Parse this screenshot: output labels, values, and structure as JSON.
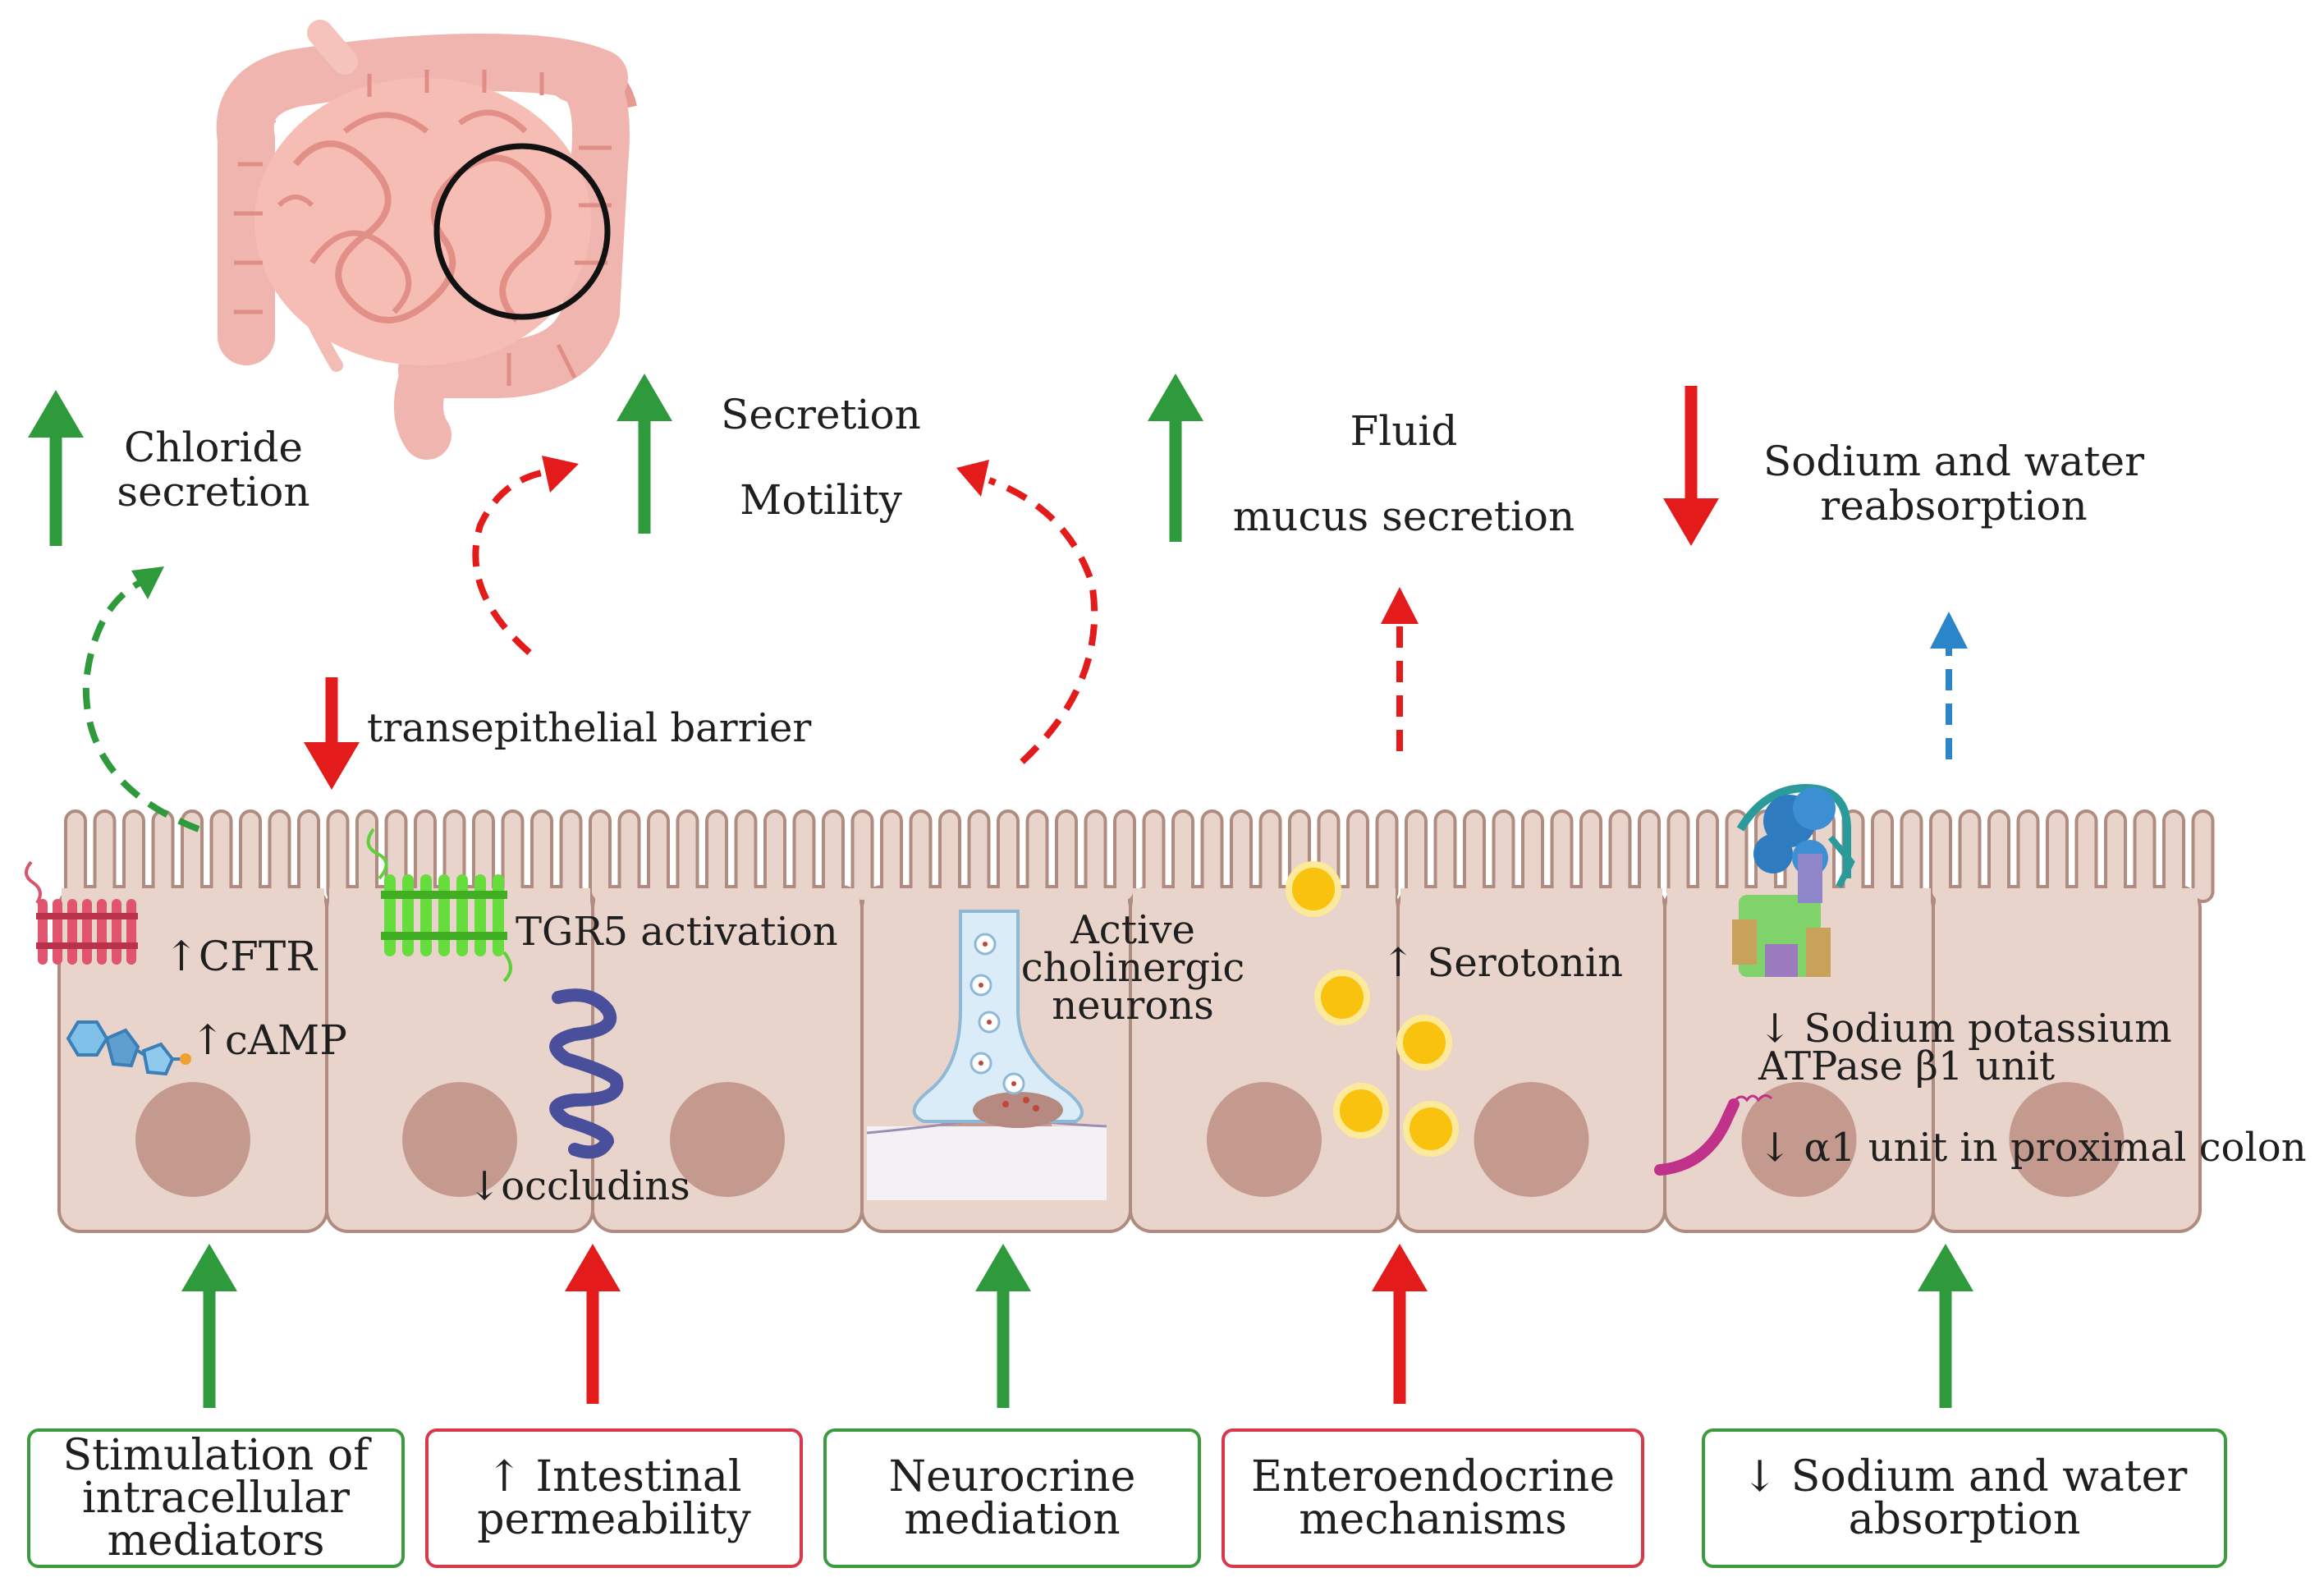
{
  "colors": {
    "green": "#2f9a3c",
    "red": "#e31b1b",
    "blue": "#2a86c8",
    "cell_fill": "#e9d4cc",
    "cell_stroke": "#b08c80",
    "nucleus": "#c49a8f",
    "intestine": "#f3a7a0"
  },
  "icons": [
    "intestine-icon",
    "cftr-receptor-icon",
    "camp-molecule-icon",
    "tgr5-receptor-icon",
    "occludin-protein-icon",
    "neuron-synapse-icon",
    "serotonin-granule-icon",
    "na-k-atpase-icon",
    "alpha1-subunit-icon"
  ],
  "effects": {
    "chloride": [
      "Chloride",
      "secretion"
    ],
    "secretion": "Secretion",
    "motility": "Motility",
    "fluid": "Fluid",
    "mucus": "mucus secretion",
    "sodium_reabs": [
      "Sodium and water",
      "reabsorption"
    ],
    "barrier": "transepithelial barrier"
  },
  "cell_labels": {
    "cftr": "↑CFTR",
    "camp": "↑cAMP",
    "tgr5": "TGR5 activation",
    "occludins": "↓occludins",
    "cholinergic": [
      "Active",
      "cholinergic",
      "neurons"
    ],
    "serotonin": "↑ Serotonin",
    "sodium_potassium": [
      "↓  Sodium potassium",
      "ATPase β1 unit"
    ],
    "alpha1": "↓  α1 unit in proximal colon"
  },
  "mechanisms": [
    {
      "lines": [
        "Stimulation of",
        "intracellular",
        "mediators"
      ],
      "color": "green"
    },
    {
      "lines": [
        "↑ Intestinal",
        "permeability"
      ],
      "color": "red"
    },
    {
      "lines": [
        "Neurocrine",
        "mediation"
      ],
      "color": "green"
    },
    {
      "lines": [
        "Enteroendocrine",
        "mechanisms"
      ],
      "color": "red"
    },
    {
      "lines": [
        "↓ Sodium and water",
        "absorption"
      ],
      "color": "green"
    }
  ]
}
